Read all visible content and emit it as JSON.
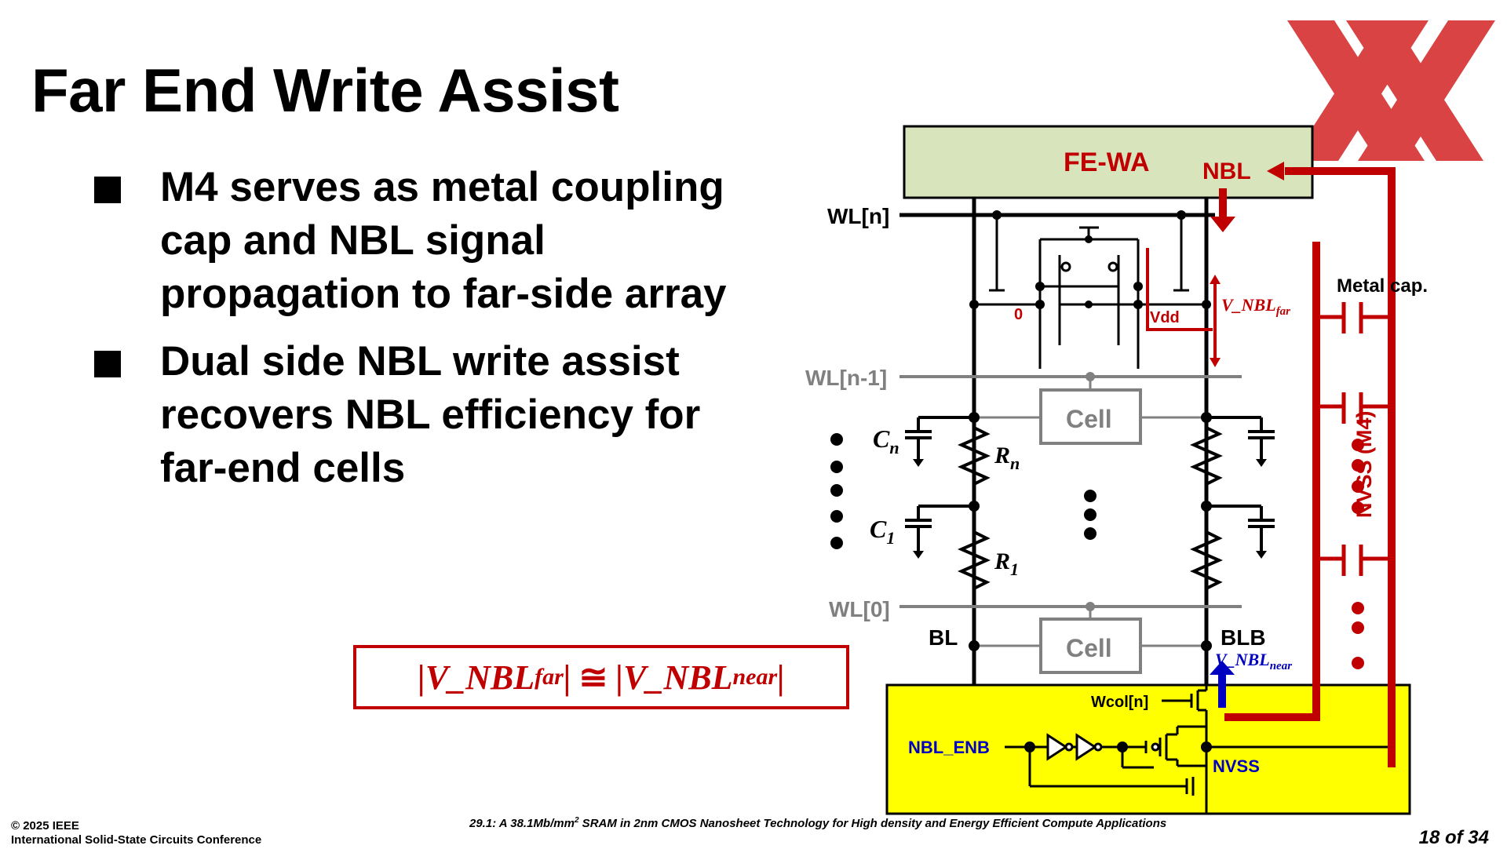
{
  "slide": {
    "title": "Far End Write Assist",
    "bullets": [
      "M4 serves as metal coupling cap and NBL signal propagation to far-side array",
      "Dual side NBL write assist recovers NBL efficiency for far-end cells"
    ],
    "formula": {
      "left_main": "V_NBL",
      "left_sub": "far",
      "relation": "≅",
      "right_main": "V_NBL",
      "right_sub": "near"
    },
    "footer": {
      "copyright": "© 2025 IEEE",
      "conference": "International Solid-State Circuits Conference",
      "paper_pre": "29.1: A 38.1Mb/mm",
      "paper_sup": "2",
      "paper_post": " SRAM in 2nm CMOS Nanosheet Technology for High density and Energy Efficient Compute Applications",
      "page": "18 of 34"
    }
  },
  "diagram": {
    "fewa": "FE-WA",
    "nbl": "NBL",
    "wl_n": "WL[n]",
    "wl_n1": "WL[n-1]",
    "wl_0": "WL[0]",
    "cell": "Cell",
    "node_zero": "0",
    "vdd": "Vdd",
    "vnbl_far_main": "V_NBL",
    "vnbl_far_sub": "far",
    "vnbl_near_main": "V_NBL",
    "vnbl_near_sub": "near",
    "metal_cap": "Metal cap.",
    "nvss_m4": "NVSS (M4)",
    "cn_main": "C",
    "cn_sub": "n",
    "c1_main": "C",
    "c1_sub": "1",
    "rn_main": "R",
    "rn_sub": "n",
    "r1_main": "R",
    "r1_sub": "1",
    "bl": "BL",
    "blb": "BLB",
    "wcol": "Wcol[n]",
    "nbl_enb": "NBL_ENB",
    "nvss": "NVSS"
  },
  "colors": {
    "accent_red": "#c00000",
    "fewa_fill": "#d8e4bc",
    "driver_fill": "#ffff00",
    "label_blue": "#0000c0",
    "gray": "#808080",
    "logo_red": "#d42a2a"
  }
}
